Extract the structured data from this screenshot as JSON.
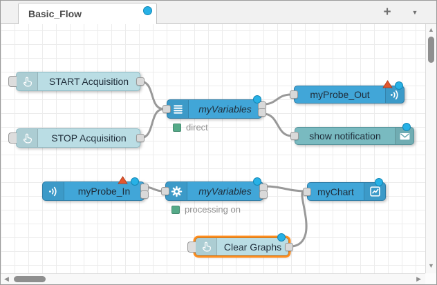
{
  "tab_bar": {
    "active_tab_label": "Basic_Flow",
    "add_flow_button": "+",
    "flow_menu_caret": "▼"
  },
  "canvas": {
    "nodes": {
      "start_acquisition": {
        "type": "inject",
        "label": "START Acquisition",
        "icon": "hand-pointer-icon"
      },
      "stop_acquisition": {
        "type": "inject",
        "label": "STOP Acquisition",
        "icon": "hand-pointer-icon"
      },
      "my_variables_direct": {
        "type": "function",
        "label": "myVariables",
        "icon": "list-icon",
        "status": "direct"
      },
      "my_probe_out": {
        "type": "probe-output",
        "label": "myProbe_Out",
        "icon": "signal-icon",
        "error_badge": true,
        "changed_badge": true
      },
      "show_notification": {
        "type": "notification",
        "label": "show notification",
        "icon": "envelope-icon",
        "changed_badge": true
      },
      "my_probe_in": {
        "type": "probe-input",
        "label": "myProbe_In",
        "icon": "signal-icon",
        "error_badge": true,
        "changed_badge": true
      },
      "my_variables_processing": {
        "type": "function",
        "label": "myVariables",
        "icon": "gear-icon",
        "status": "processing on"
      },
      "my_chart": {
        "type": "chart",
        "label": "myChart",
        "icon": "chart-icon",
        "changed_badge": true
      },
      "clear_graphs": {
        "type": "inject",
        "label": "Clear Graphs",
        "icon": "hand-pointer-icon",
        "selected": true,
        "changed_badge": true
      }
    }
  },
  "scrollbars": {
    "up_arrow": "▲",
    "down_arrow": "▼",
    "left_arrow": "◀",
    "right_arrow": "▶"
  },
  "colors": {
    "node_blue": "#41a6d8",
    "node_inject_light_blue": "#badde4",
    "node_teal": "#79bac0",
    "wire_gray": "#999999",
    "selection_orange": "#ff8d1e",
    "changed_badge_blue": "#27b1e6",
    "error_badge_red": "#e4572e",
    "status_green": "#55aa88",
    "grid_line": "#ececec",
    "tab_bar_bg": "#f1f1f1"
  }
}
